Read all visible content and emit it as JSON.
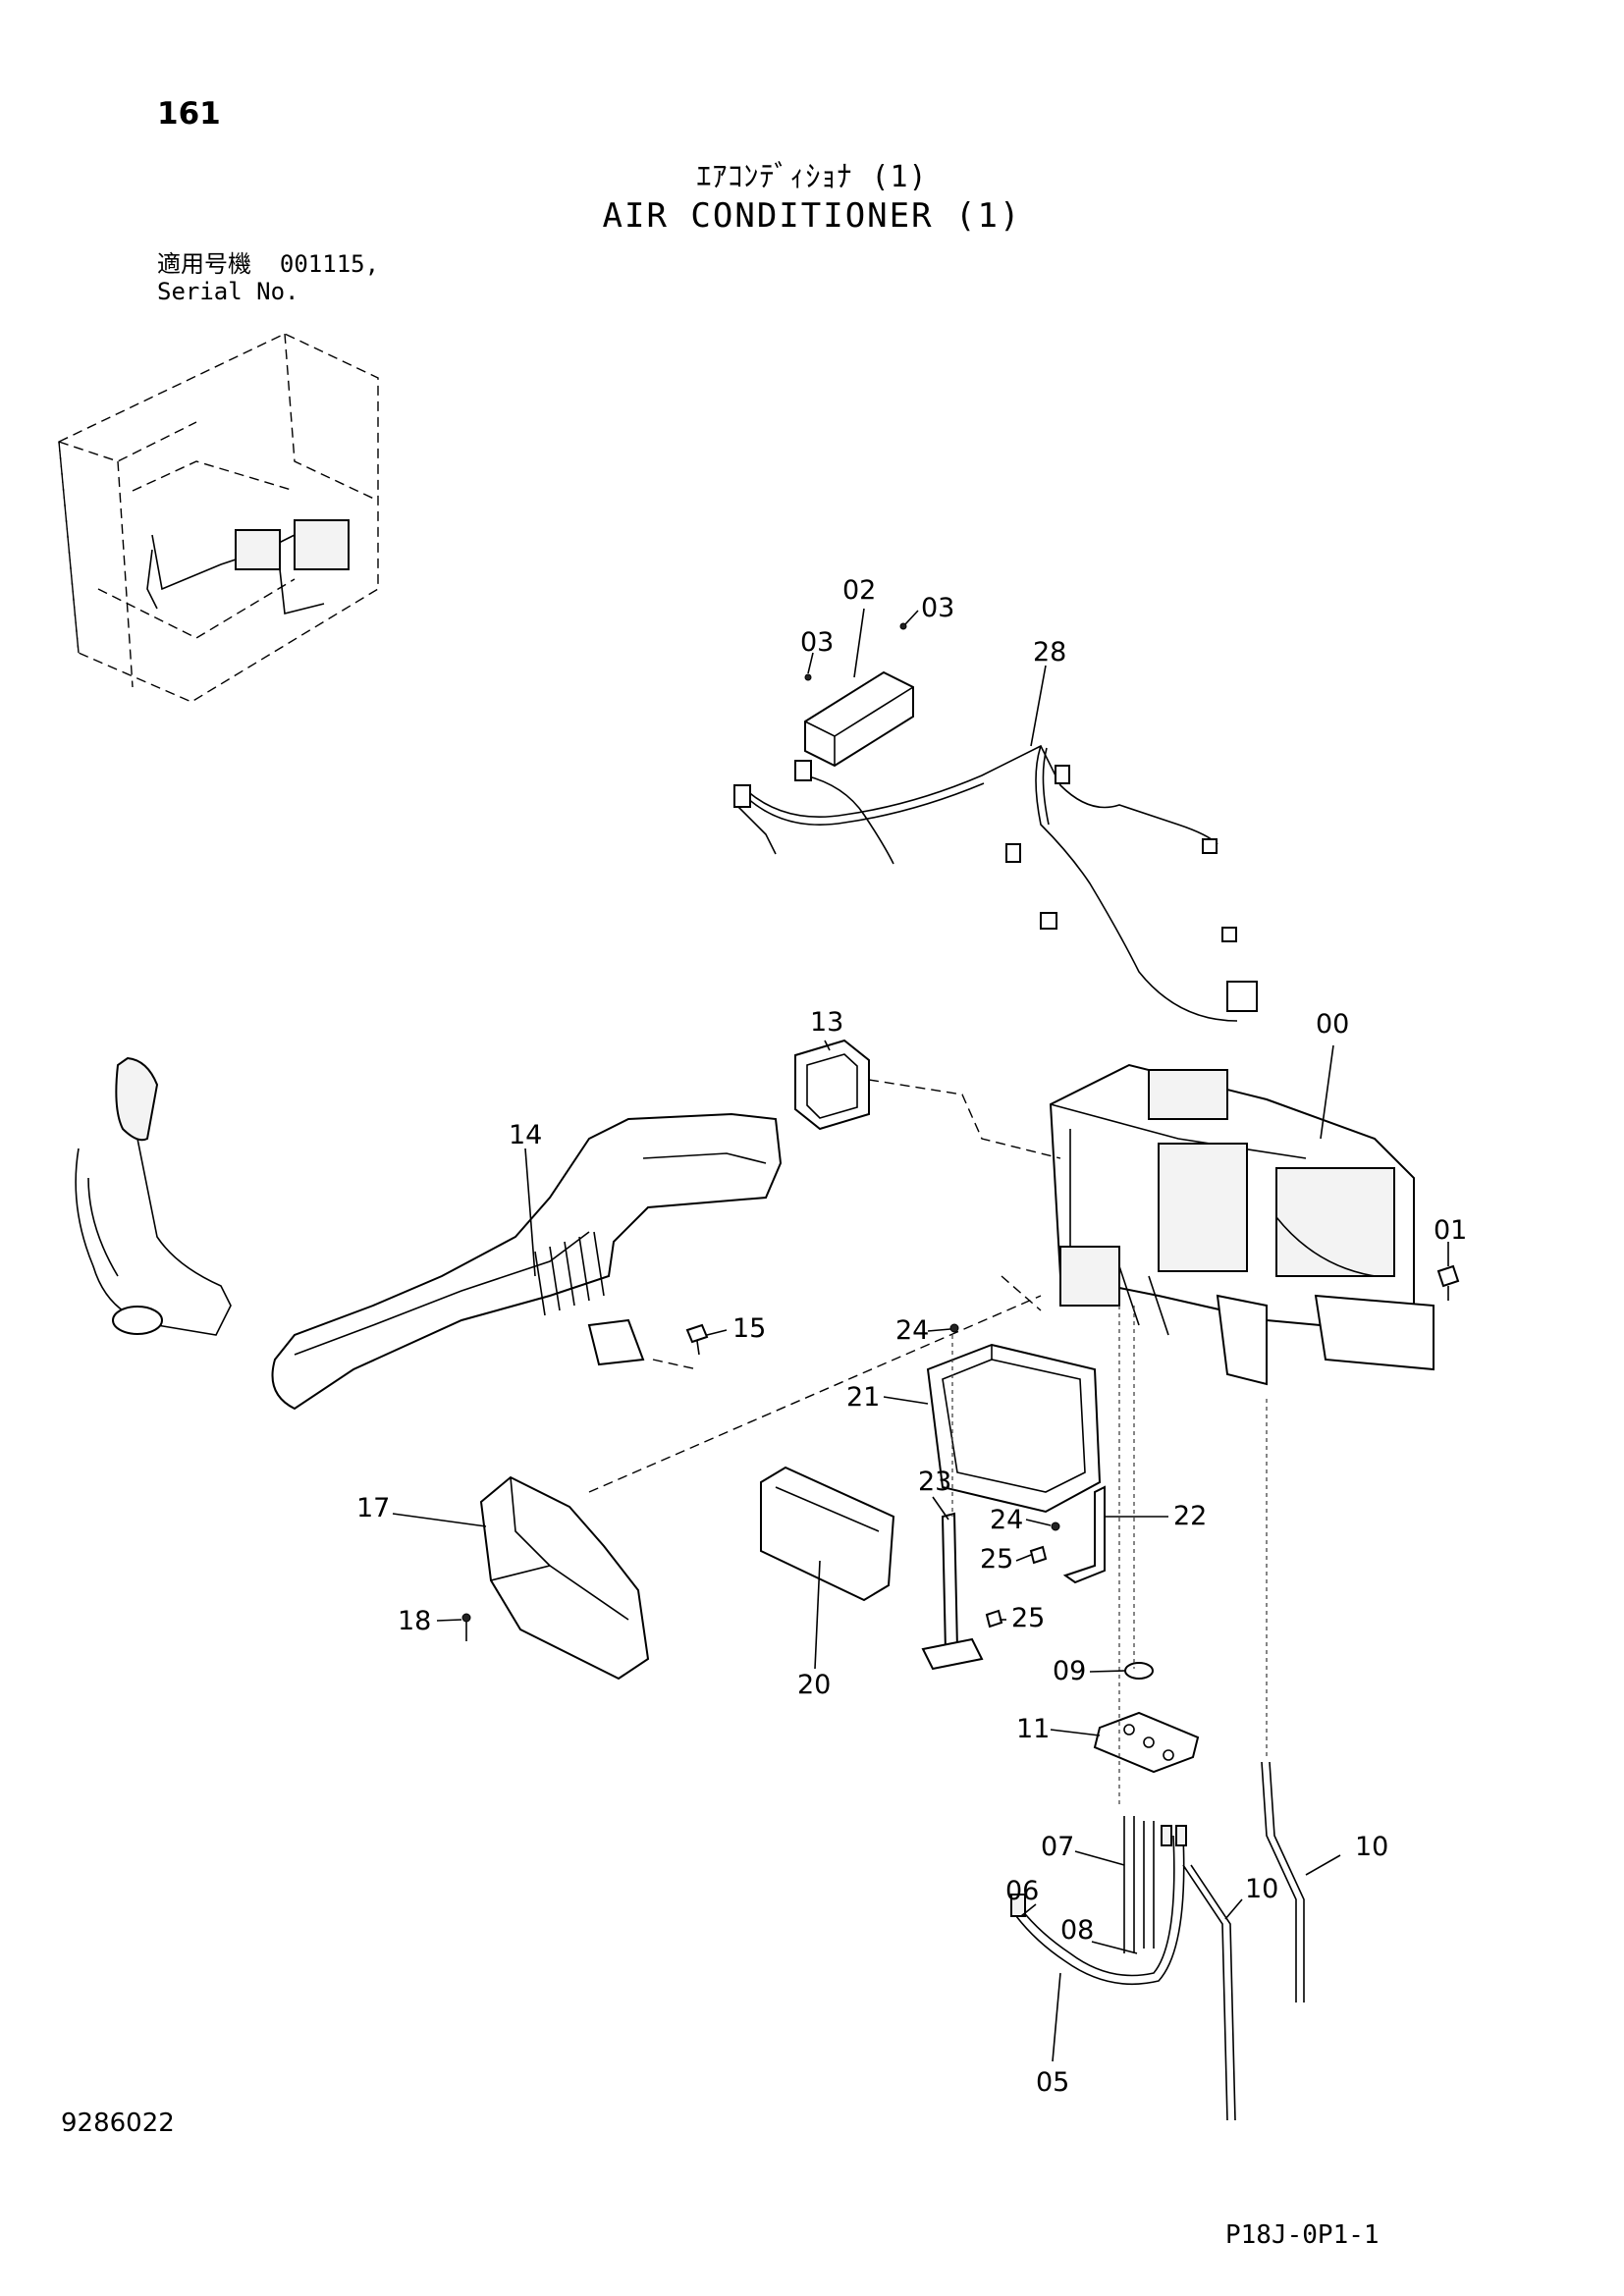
{
  "page": {
    "number": "161",
    "title_jp": "ｴｱｺﾝﾃﾞｨｼｮﾅ (1)",
    "title_en": "AIR CONDITIONER (1)",
    "serial_label_jp": "適用号機",
    "serial_value": "001115,",
    "serial_label_en": "Serial No.",
    "document_number": "9286022",
    "page_code": "P18J-0P1-1"
  },
  "callouts": [
    {
      "id": "00",
      "label": "00"
    },
    {
      "id": "01",
      "label": "01"
    },
    {
      "id": "02",
      "label": "02"
    },
    {
      "id": "03a",
      "label": "03"
    },
    {
      "id": "03b",
      "label": "03"
    },
    {
      "id": "05",
      "label": "05"
    },
    {
      "id": "06",
      "label": "06"
    },
    {
      "id": "07",
      "label": "07"
    },
    {
      "id": "08",
      "label": "08"
    },
    {
      "id": "09",
      "label": "09"
    },
    {
      "id": "10a",
      "label": "10"
    },
    {
      "id": "10b",
      "label": "10"
    },
    {
      "id": "11",
      "label": "11"
    },
    {
      "id": "13",
      "label": "13"
    },
    {
      "id": "14",
      "label": "14"
    },
    {
      "id": "15",
      "label": "15"
    },
    {
      "id": "17",
      "label": "17"
    },
    {
      "id": "18",
      "label": "18"
    },
    {
      "id": "20",
      "label": "20"
    },
    {
      "id": "21",
      "label": "21"
    },
    {
      "id": "22",
      "label": "22"
    },
    {
      "id": "23",
      "label": "23"
    },
    {
      "id": "24a",
      "label": "24"
    },
    {
      "id": "24b",
      "label": "24"
    },
    {
      "id": "25a",
      "label": "25"
    },
    {
      "id": "25b",
      "label": "25"
    },
    {
      "id": "28",
      "label": "28"
    }
  ]
}
